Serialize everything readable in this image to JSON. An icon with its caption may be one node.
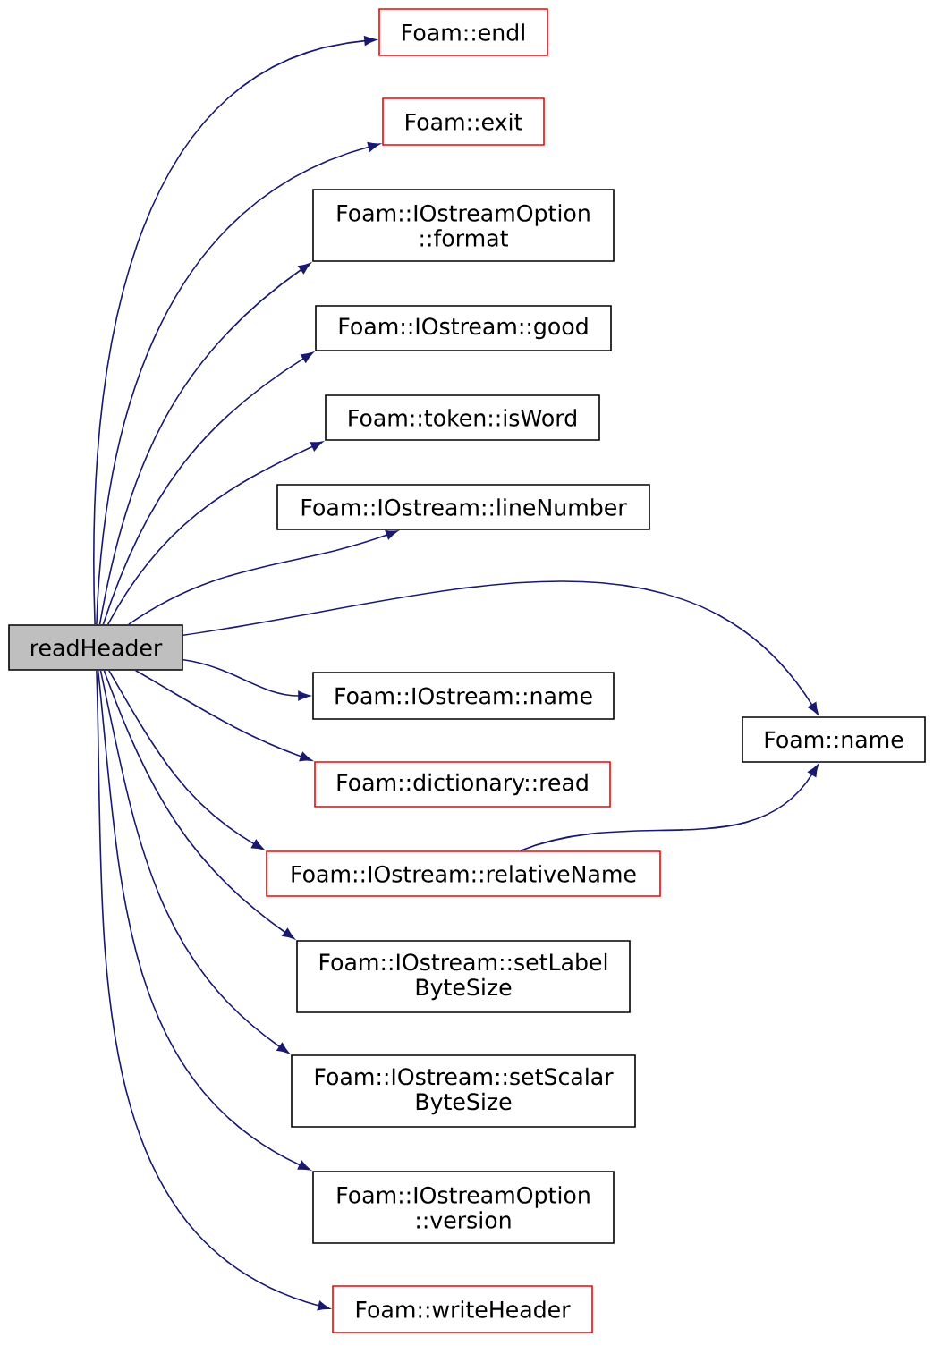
{
  "diagram": {
    "nodes": [
      {
        "text": [
          "readHeader"
        ]
      },
      {
        "text": [
          "Foam::endl"
        ]
      },
      {
        "text": [
          "Foam::exit"
        ]
      },
      {
        "text": [
          "Foam::IOstreamOption ::format"
        ]
      },
      {
        "text": [
          "Foam::IOstream::good"
        ]
      },
      {
        "text": [
          "Foam::token::isWord"
        ]
      },
      {
        "text": [
          "Foam::IOstream::lineNumber"
        ]
      },
      {
        "text": [
          "Foam::IOstream::name"
        ]
      },
      {
        "text": [
          "Foam::name"
        ]
      },
      {
        "text": [
          "Foam::dictionary::read"
        ]
      },
      {
        "text": [
          "Foam::IOstream::relativeName"
        ]
      },
      {
        "text": [
          "Foam::IOstream::setLabel ByteSize"
        ]
      },
      {
        "text": [
          "Foam::IOstream::setScalar ByteSize"
        ]
      },
      {
        "text": [
          "Foam::IOstreamOption ::version"
        ]
      },
      {
        "text": [
          "Foam::writeHeader"
        ]
      }
    ],
    "edges": [
      {
        "from": 0,
        "to": 1,
        "arrow": "to"
      },
      {
        "from": 0,
        "to": 2,
        "arrow": "to"
      },
      {
        "from": 0,
        "to": 3,
        "arrow": "to"
      },
      {
        "from": 0,
        "to": 4,
        "arrow": "to"
      },
      {
        "from": 0,
        "to": 5,
        "arrow": "to"
      },
      {
        "from": 0,
        "to": 6,
        "arrow": "to"
      },
      {
        "from": 0,
        "to": 8,
        "arrow": "to"
      },
      {
        "from": 0,
        "to": 7,
        "arrow": "to"
      },
      {
        "from": 0,
        "to": 9,
        "arrow": "to"
      },
      {
        "from": 0,
        "to": 10,
        "arrow": "to"
      },
      {
        "from": 0,
        "to": 11,
        "arrow": "to"
      },
      {
        "from": 0,
        "to": 12,
        "arrow": "to"
      },
      {
        "from": 0,
        "to": 13,
        "arrow": "to"
      },
      {
        "from": 0,
        "to": 14,
        "arrow": "to"
      },
      {
        "from": 10,
        "to": 8,
        "arrow": "to"
      }
    ]
  }
}
